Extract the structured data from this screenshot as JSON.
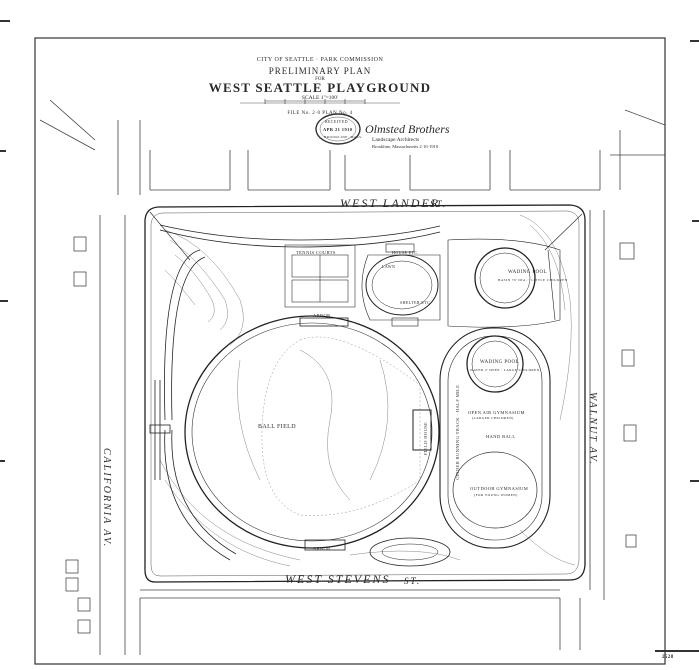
{
  "title_block": {
    "commission": "CITY OF SEATTLE · PARK COMMISSION",
    "plan_kind": "PRELIMINARY PLAN",
    "for_word": "FOR",
    "name": "WEST SEATTLE PLAYGROUND",
    "scale": "SCALE 1\"=100'",
    "file_no": "FILE No. 2·0 PLAN No. 4",
    "signature": "Olmsted Brothers",
    "firm": "Landscape Architects",
    "address": "Brookline, Massachusetts 2·10·1910"
  },
  "stamp": {
    "line1": "RECEIVED",
    "date": "APR 21 1910",
    "line3": "BROOKLINE, MASS."
  },
  "streets": {
    "north": "WEST LANDER",
    "north_suffix": "ST.",
    "south": "WEST STEVENS",
    "south_suffix": "ST.",
    "west": "CALIFORNIA AV.",
    "east": "WALNUT AV."
  },
  "features": {
    "ball_field": "BALL FIELD",
    "wading_pool_1": "WADING POOL",
    "wading_pool_1_sub": "BASIN 70' DIA. · LITTLE CHILDREN",
    "wading_pool_2": "WADING POOL",
    "wading_pool_2_sub": "WATER 2' DEEP · LARGE CHILDREN",
    "gym_open": "OPEN AIR GYMNASIUM",
    "gym_open_sub": "(LARGER CHILDREN)",
    "handball": "HAND BALL",
    "gym_outdoor": "OUTDOOR GYMNASIUM",
    "gym_outdoor_sub": "(FOR YOUNG WOMEN)",
    "track": "CINDER RUNNING TRACK · HALF MILE",
    "field_house": "FIELD HOUSE",
    "courts": "TENNIS COURTS",
    "house1": "HOUSE ETC.",
    "house2": "SHELTER ETC.",
    "lawn": "LAWN",
    "arbor1": "ARBOR",
    "arbor2": "ARBOR"
  },
  "sheet_mark": "2528"
}
